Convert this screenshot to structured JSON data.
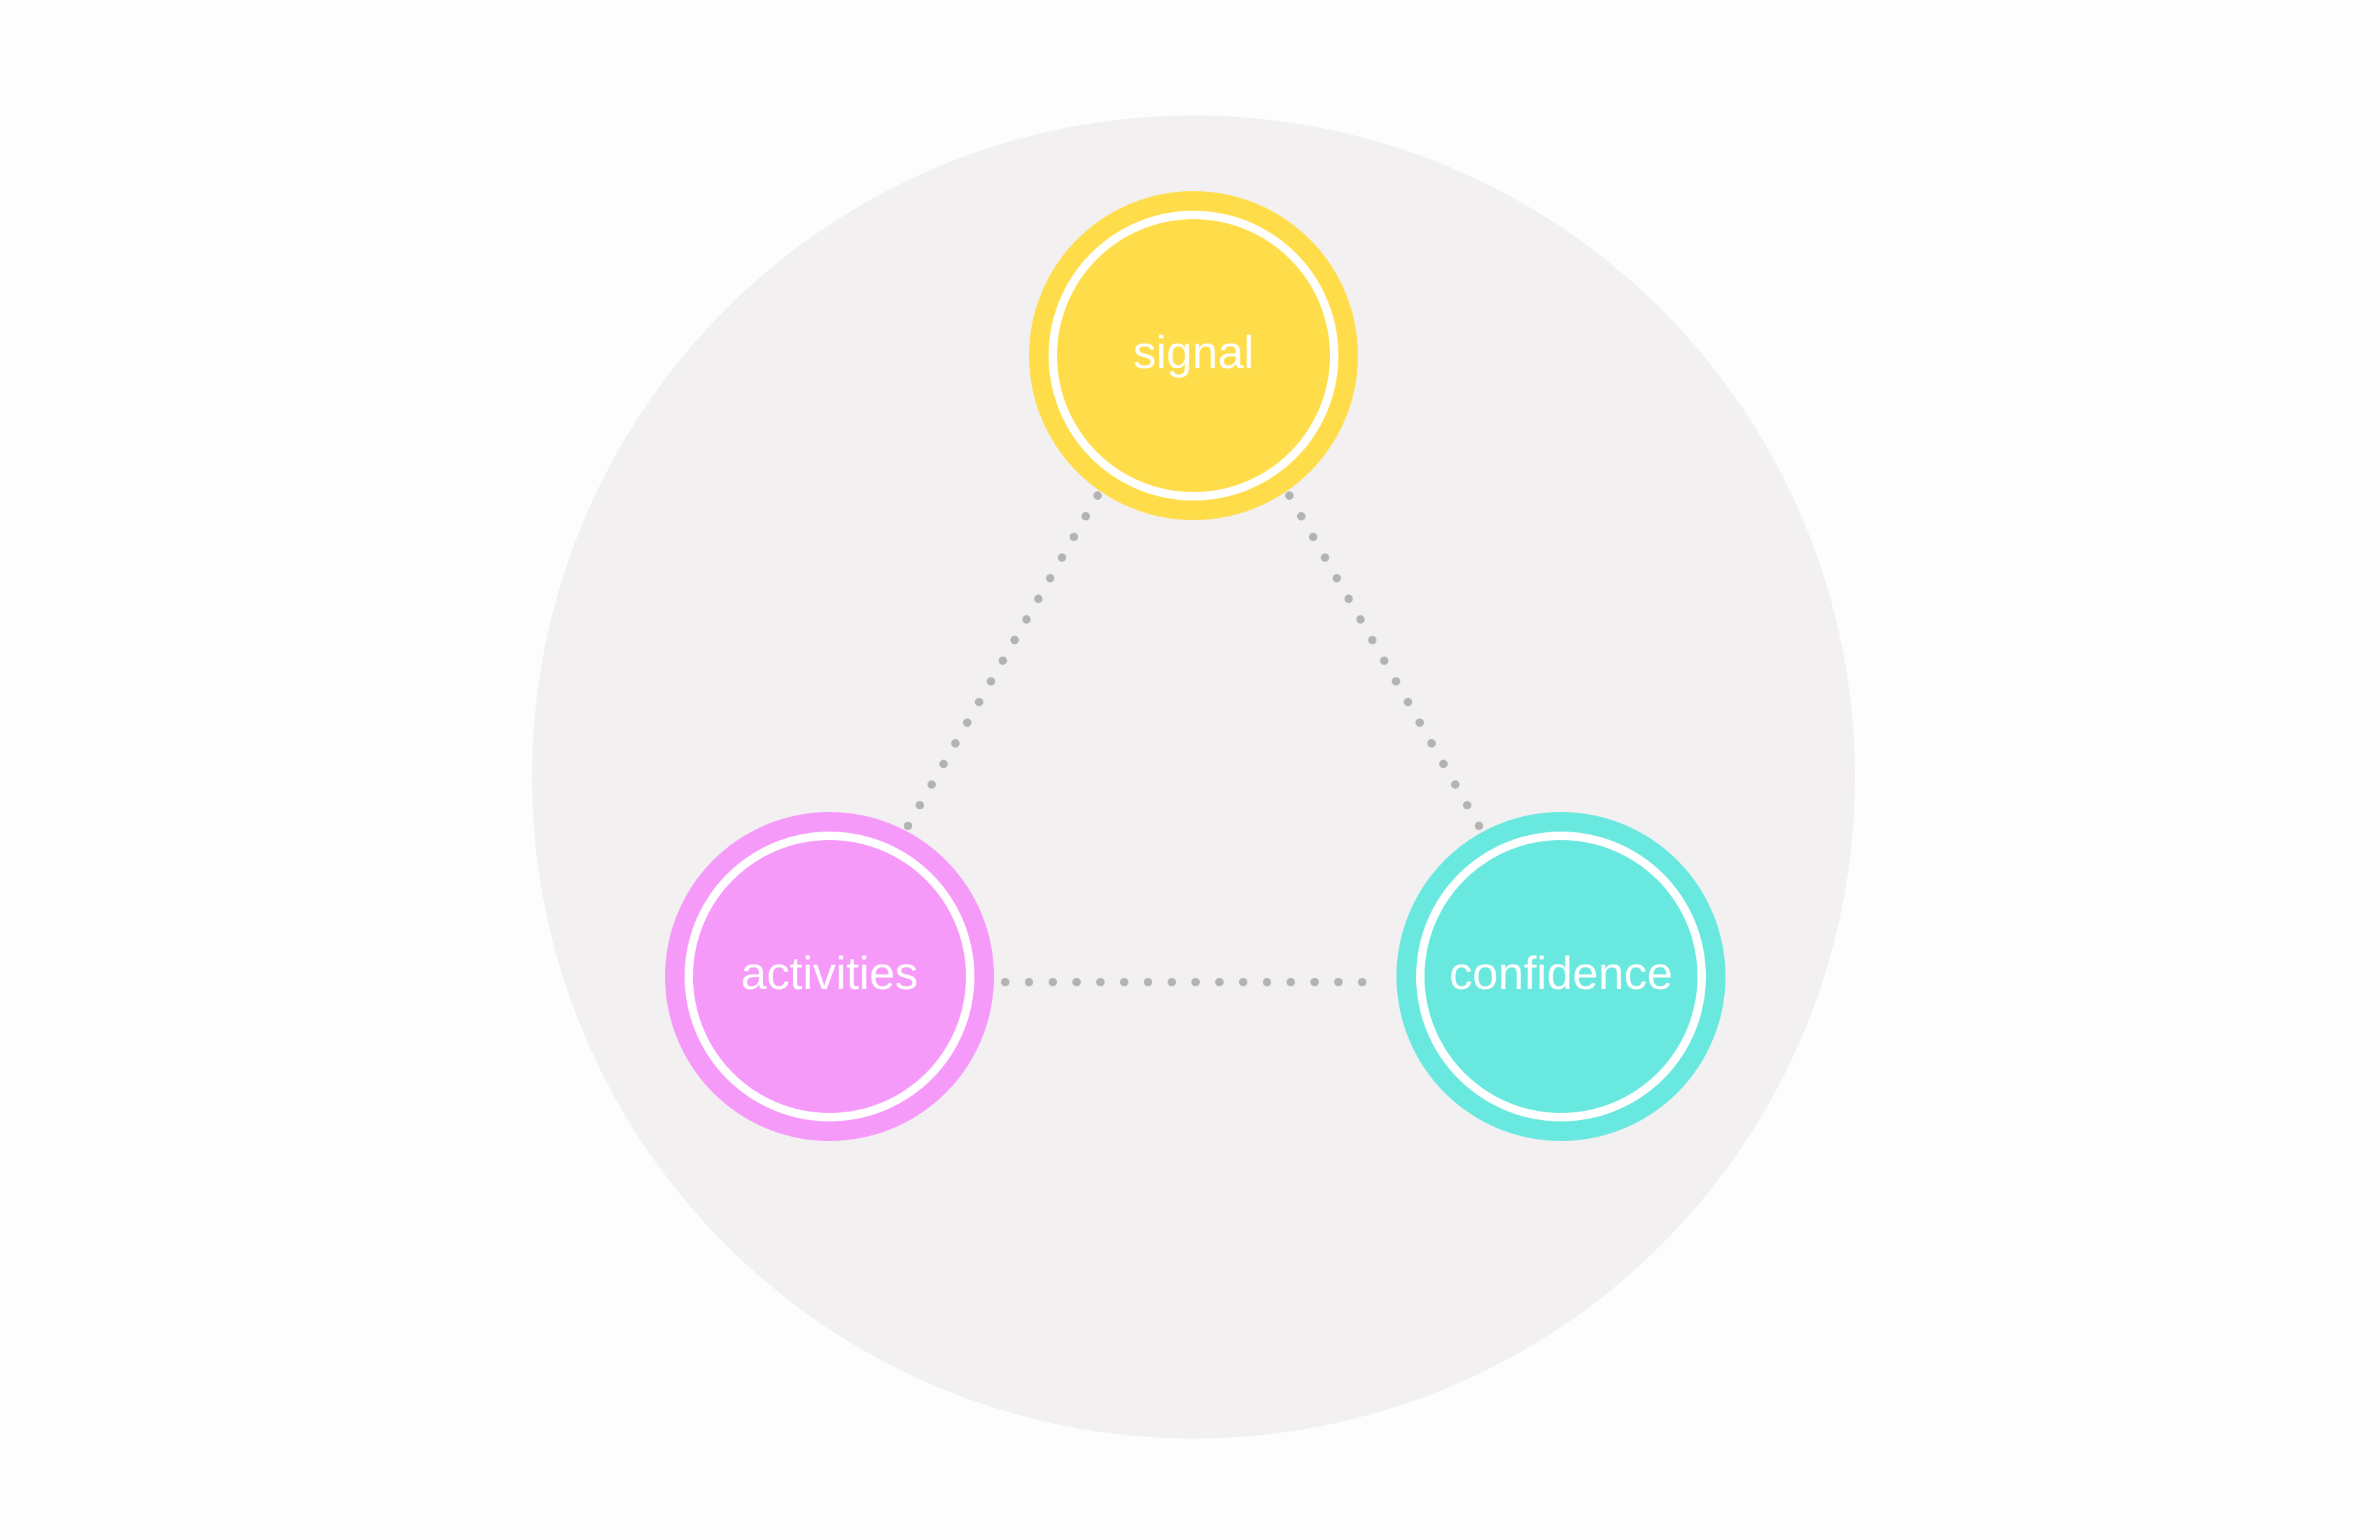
{
  "colors": {
    "page_background": "#fdfdfd",
    "backdrop_circle": "#f2f0f1",
    "connector": "#b3b3b3",
    "inner_ring": "#ffffff",
    "label_text": "#ffffff"
  },
  "nodes": [
    {
      "id": "signal",
      "label": "signal",
      "color": "#ffdd4a"
    },
    {
      "id": "activities",
      "label": "activities",
      "color": "#f59af9"
    },
    {
      "id": "confidence",
      "label": "confidence",
      "color": "#69e8e0"
    }
  ],
  "connections": [
    {
      "from": "signal",
      "to": "activities",
      "style": "dotted"
    },
    {
      "from": "signal",
      "to": "confidence",
      "style": "dotted"
    },
    {
      "from": "activities",
      "to": "confidence",
      "style": "dotted"
    }
  ]
}
